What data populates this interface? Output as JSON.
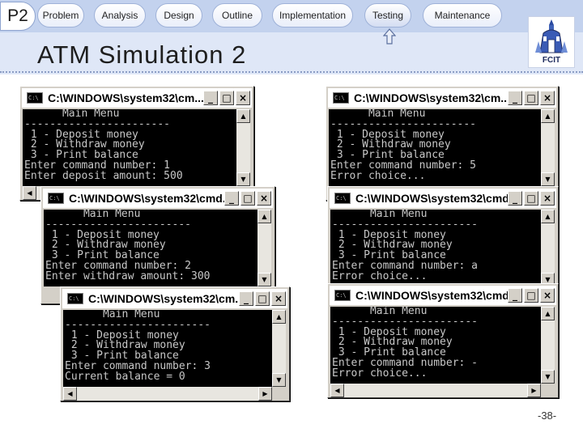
{
  "header": {
    "section_badge": "P2",
    "tabs": [
      {
        "label": "Problem"
      },
      {
        "label": "Analysis"
      },
      {
        "label": "Design"
      },
      {
        "label": "Outline"
      },
      {
        "label": "Implementation"
      },
      {
        "label": "Testing"
      },
      {
        "label": "Maintenance"
      }
    ],
    "active_tab": "Testing",
    "title": "ATM Simulation 2",
    "logo_caption": "FCIT"
  },
  "windows": [
    {
      "title": "C:\\WINDOWS\\system32\\cm...",
      "lines": [
        "      Main Menu",
        "-----------------------",
        " 1 - Deposit money",
        " 2 - Withdraw money",
        " 3 - Print balance",
        "Enter command number: 1",
        "Enter deposit amount: 500"
      ]
    },
    {
      "title": "C:\\WINDOWS\\system32\\cmd...",
      "lines": [
        "      Main Menu",
        "-----------------------",
        " 1 - Deposit money",
        " 2 - Withdraw money",
        " 3 - Print balance",
        "Enter command number: 2",
        "Enter withdraw amount: 300"
      ]
    },
    {
      "title": "C:\\WINDOWS\\system32\\cm...",
      "lines": [
        "      Main Menu",
        "-----------------------",
        " 1 - Deposit money",
        " 2 - Withdraw money",
        " 3 - Print balance",
        "Enter command number: 3",
        "Current balance = 0"
      ]
    },
    {
      "title": "C:\\WINDOWS\\system32\\cm...",
      "lines": [
        "      Main Menu",
        "-----------------------",
        " 1 - Deposit money",
        " 2 - Withdraw money",
        " 3 - Print balance",
        "Enter command number: 5",
        "Error choice..."
      ]
    },
    {
      "title": "C:\\WINDOWS\\system32\\cmd...",
      "lines": [
        "      Main Menu",
        "-----------------------",
        " 1 - Deposit money",
        " 2 - Withdraw money",
        " 3 - Print balance",
        "Enter command number: a",
        "Error choice..."
      ]
    },
    {
      "title": "C:\\WINDOWS\\system32\\cmd...",
      "lines": [
        "      Main Menu",
        "-----------------------",
        " 1 - Deposit money",
        " 2 - Withdraw money",
        " 3 - Print balance",
        "Enter command number: -",
        "Error choice..."
      ]
    }
  ],
  "window_buttons": {
    "minimize": "_",
    "maximize": "□",
    "close": "×"
  },
  "page_number": "-38-",
  "colors": {
    "header_band": "#c3d2ee",
    "header_bg": "#dfe7f7",
    "console_bg": "#000000",
    "console_text": "#c8c8c8"
  }
}
